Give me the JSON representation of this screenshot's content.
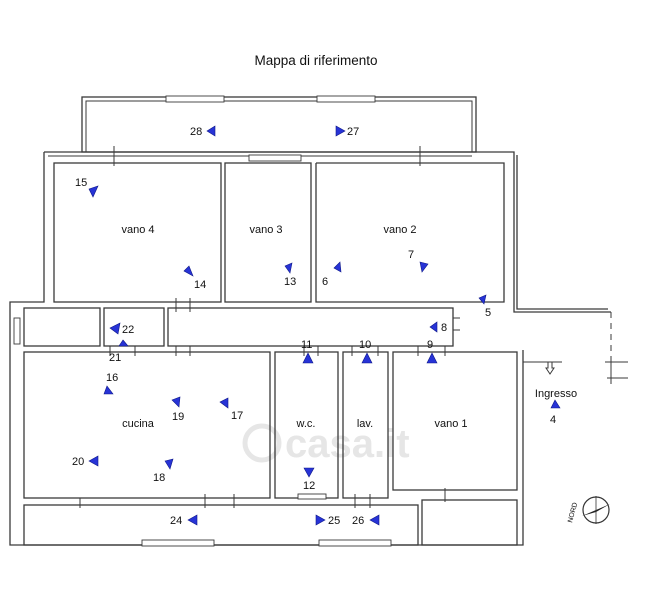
{
  "title": "Mappa di riferimento",
  "watermark": "casa.it",
  "entrance_label": "Ingresso",
  "compass_label": "NORD",
  "rooms": [
    {
      "id": "vano4",
      "label": "vano 4"
    },
    {
      "id": "vano3",
      "label": "vano 3"
    },
    {
      "id": "vano2",
      "label": "vano 2"
    },
    {
      "id": "cucina",
      "label": "cucina"
    },
    {
      "id": "wc",
      "label": "w.c."
    },
    {
      "id": "lav",
      "label": "lav."
    },
    {
      "id": "vano1",
      "label": "vano 1"
    }
  ],
  "markers": [
    {
      "id": "m4",
      "label": "4"
    },
    {
      "id": "m5",
      "label": "5"
    },
    {
      "id": "m6",
      "label": "6"
    },
    {
      "id": "m7",
      "label": "7"
    },
    {
      "id": "m8",
      "label": "8"
    },
    {
      "id": "m9",
      "label": "9"
    },
    {
      "id": "m10",
      "label": "10"
    },
    {
      "id": "m11",
      "label": "11"
    },
    {
      "id": "m12",
      "label": "12"
    },
    {
      "id": "m13",
      "label": "13"
    },
    {
      "id": "m14",
      "label": "14"
    },
    {
      "id": "m15",
      "label": "15"
    },
    {
      "id": "m16",
      "label": "16"
    },
    {
      "id": "m17",
      "label": "17"
    },
    {
      "id": "m18",
      "label": "18"
    },
    {
      "id": "m19",
      "label": "19"
    },
    {
      "id": "m20",
      "label": "20"
    },
    {
      "id": "m21",
      "label": "21"
    },
    {
      "id": "m22",
      "label": "22"
    },
    {
      "id": "m24",
      "label": "24"
    },
    {
      "id": "m25",
      "label": "25"
    },
    {
      "id": "m26",
      "label": "26"
    },
    {
      "id": "m27",
      "label": "27"
    },
    {
      "id": "m28",
      "label": "28"
    }
  ]
}
